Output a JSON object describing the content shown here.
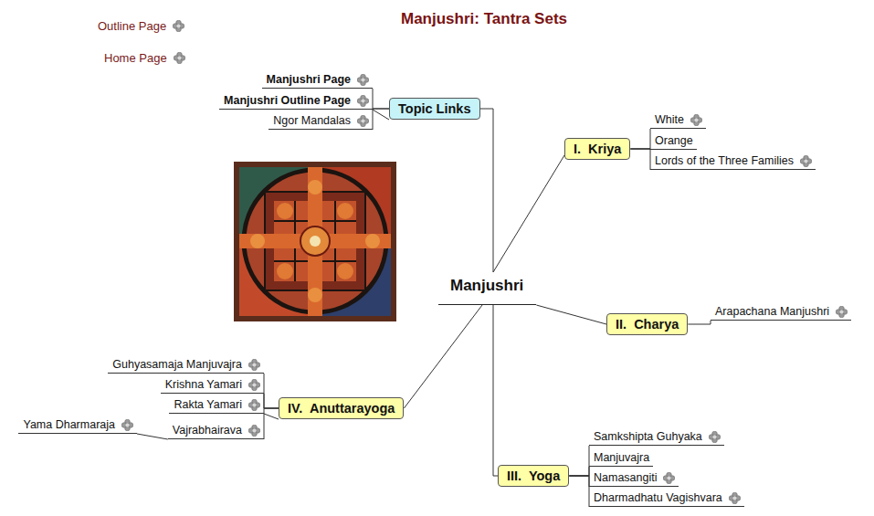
{
  "diagram": {
    "title": "Manjushri: Tantra Sets",
    "nodes": [
      {
        "text": [
          "Manjushri"
        ]
      },
      {
        "text": [
          "Topic Links"
        ]
      },
      {
        "text": [
          "Manjushri Page"
        ]
      },
      {
        "text": [
          "Manjushri Outline Page"
        ]
      },
      {
        "text": [
          "Ngor Mandalas"
        ]
      },
      {
        "text": [
          "I.  Kriya"
        ]
      },
      {
        "text": [
          "White"
        ]
      },
      {
        "text": [
          "Orange"
        ]
      },
      {
        "text": [
          "Lords of the Three Families"
        ]
      },
      {
        "text": [
          "II.  Charya"
        ]
      },
      {
        "text": [
          "Arapachana Manjushri"
        ]
      },
      {
        "text": [
          "III.  Yoga"
        ]
      },
      {
        "text": [
          "Samkshipta Guhyaka"
        ]
      },
      {
        "text": [
          "Manjuvajra"
        ]
      },
      {
        "text": [
          "Namasangiti"
        ]
      },
      {
        "text": [
          "Dharmadhatu Vagishvara"
        ]
      },
      {
        "text": [
          "IV.  Anuttarayoga"
        ]
      },
      {
        "text": [
          "Guhyasamaja Manjuvajra"
        ]
      },
      {
        "text": [
          "Krishna Yamari"
        ]
      },
      {
        "text": [
          "Rakta Yamari"
        ]
      },
      {
        "text": [
          "Vajrabhairava"
        ]
      },
      {
        "text": [
          "Yama Dharmaraja"
        ]
      }
    ],
    "edges": [
      {
        "from": 0,
        "to": 1,
        "arrow": "none"
      },
      {
        "from": 0,
        "to": 5,
        "arrow": "none"
      },
      {
        "from": 0,
        "to": 9,
        "arrow": "none"
      },
      {
        "from": 0,
        "to": 11,
        "arrow": "none"
      },
      {
        "from": 0,
        "to": 16,
        "arrow": "none"
      },
      {
        "from": 1,
        "to": 2,
        "arrow": "none"
      },
      {
        "from": 1,
        "to": 3,
        "arrow": "none"
      },
      {
        "from": 1,
        "to": 4,
        "arrow": "none"
      },
      {
        "from": 5,
        "to": 6,
        "arrow": "none"
      },
      {
        "from": 5,
        "to": 7,
        "arrow": "none"
      },
      {
        "from": 5,
        "to": 8,
        "arrow": "none"
      },
      {
        "from": 9,
        "to": 10,
        "arrow": "none"
      },
      {
        "from": 11,
        "to": 12,
        "arrow": "none"
      },
      {
        "from": 11,
        "to": 13,
        "arrow": "none"
      },
      {
        "from": 11,
        "to": 14,
        "arrow": "none"
      },
      {
        "from": 11,
        "to": 15,
        "arrow": "none"
      },
      {
        "from": 16,
        "to": 17,
        "arrow": "none"
      },
      {
        "from": 16,
        "to": 18,
        "arrow": "none"
      },
      {
        "from": 16,
        "to": 19,
        "arrow": "none"
      },
      {
        "from": 16,
        "to": 20,
        "arrow": "none"
      },
      {
        "from": 20,
        "to": 21,
        "arrow": "none"
      }
    ],
    "labels": [
      "Outline Page",
      "Home Page"
    ]
  }
}
